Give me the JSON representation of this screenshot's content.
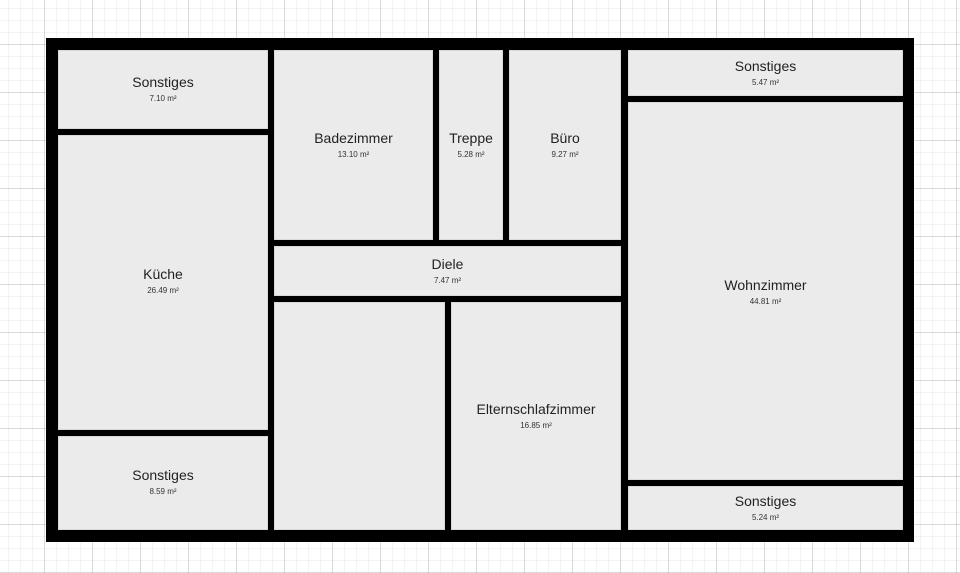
{
  "floorplan": {
    "colors": {
      "wall": "#000000",
      "room_fill": "#ebebeb",
      "grid": "#e6e6e6"
    },
    "rooms": [
      {
        "id": "sonstiges-1",
        "name": "Sonstiges",
        "area": "7.10 m²"
      },
      {
        "id": "kueche",
        "name": "Küche",
        "area": "26.49 m²"
      },
      {
        "id": "sonstiges-2",
        "name": "Sonstiges",
        "area": "8.59 m²"
      },
      {
        "id": "badezimmer",
        "name": "Badezimmer",
        "area": "13.10 m²"
      },
      {
        "id": "treppe",
        "name": "Treppe",
        "area": "5.28 m²"
      },
      {
        "id": "buero",
        "name": "Büro",
        "area": "9.27 m²"
      },
      {
        "id": "diele",
        "name": "Diele",
        "area": "7.47 m²"
      },
      {
        "id": "unlabeled",
        "name": "",
        "area": ""
      },
      {
        "id": "elternschlafzimmer",
        "name": "Elternschlafzimmer",
        "area": "16.85 m²"
      },
      {
        "id": "sonstiges-3",
        "name": "Sonstiges",
        "area": "5.47 m²"
      },
      {
        "id": "wohnzimmer",
        "name": "Wohnzimmer",
        "area": "44.81 m²"
      },
      {
        "id": "sonstiges-4",
        "name": "Sonstiges",
        "area": "5.24 m²"
      }
    ]
  }
}
